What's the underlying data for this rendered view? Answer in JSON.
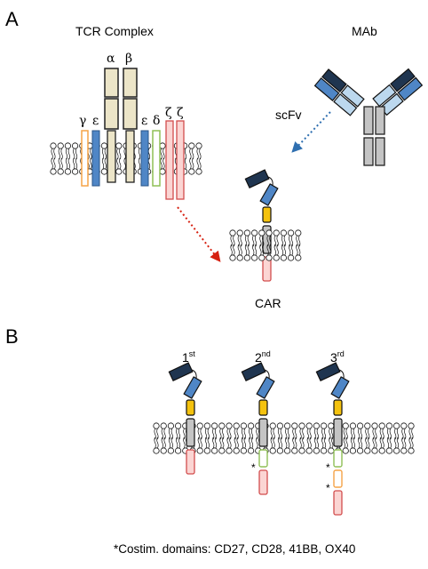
{
  "panel_a": {
    "letter": "A",
    "tcr_label": "TCR Complex",
    "mab_label": "MAb",
    "scfv_label": "scFv",
    "car_label": "CAR",
    "greek": {
      "alpha": "α",
      "beta": "β",
      "gamma": "γ",
      "epsilon_left": "ε",
      "epsilon_right": "ε",
      "delta": "δ",
      "zeta_1": "ζ",
      "zeta_2": "ζ"
    }
  },
  "panel_b": {
    "letter": "B",
    "generations": [
      {
        "num": "1",
        "sup": "st"
      },
      {
        "num": "2",
        "sup": "nd"
      },
      {
        "num": "3",
        "sup": "rd"
      }
    ],
    "star": "*",
    "footnote": "*Costim. domains: CD27, CD28, 41BB, OX40"
  },
  "colors": {
    "dark_navy": "#1f3550",
    "light_blue": "#bcd8ee",
    "mid_blue": "#4f86c6",
    "beige": "#ece5c8",
    "grey": "#c4c4c4",
    "yellow": "#f4c20e",
    "orange_outline": "#f5a347",
    "green_outline": "#8fbf55",
    "pink_fill": "#fbd5d3",
    "pink_outline": "#d24d4d",
    "red_arrow": "#d62010",
    "blue_arrow": "#2f6fb0"
  }
}
